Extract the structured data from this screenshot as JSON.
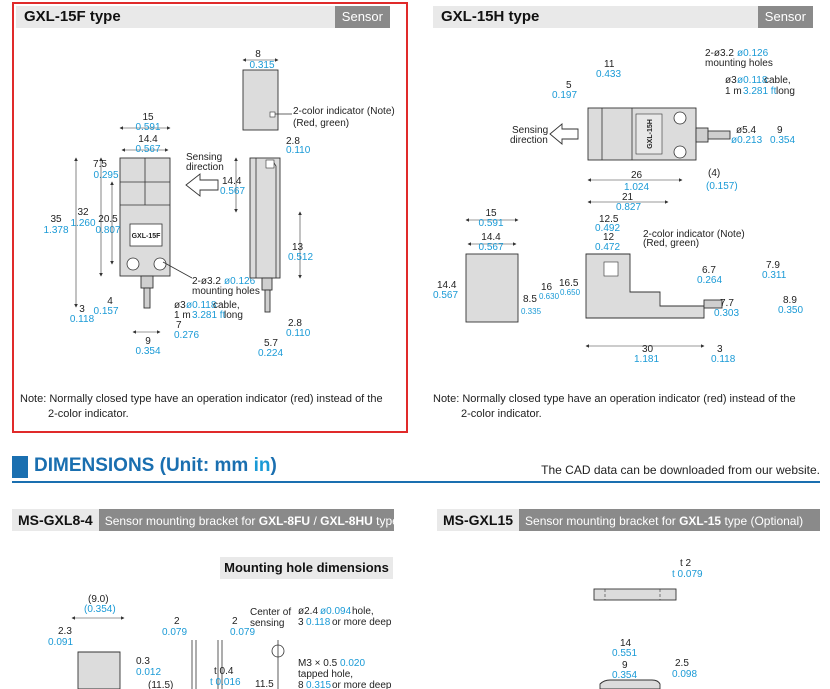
{
  "panels": {
    "left": {
      "title": "GXL-15F type",
      "tag": "Sensor"
    },
    "right": {
      "title": "GXL-15H type",
      "tag": "Sensor"
    }
  },
  "notes": {
    "left": {
      "line1": "Note: Normally closed type have an operation indicator (red) instead of the",
      "line2": "2-color indicator."
    },
    "right": {
      "line1": "Note: Normally closed type have an operation indicator (red) instead of the",
      "line2": "2-color indicator."
    }
  },
  "dimensions_section": {
    "title_main": "DIMENSIONS (Unit: mm ",
    "title_in": "in",
    "title_close": ")",
    "cad_text": "The CAD data can be downloaded from our website."
  },
  "brackets": {
    "left": {
      "model": "MS-GXL8-4",
      "desc_pre": "Sensor mounting bracket for ",
      "desc_b1": "GXL-8FU",
      "desc_mid": " / ",
      "desc_b2": "GXL-8HU",
      "desc_post": " type (Accessory)"
    },
    "right": {
      "model": "MS-GXL15",
      "desc_pre": "Sensor mounting bracket for ",
      "desc_b1": "GXL-15",
      "desc_post": " type (Optional)"
    }
  },
  "mounting_hole_header": "Mounting hole dimensions",
  "labels": {
    "gxl15f": {
      "sensor_text": "GXL-15F",
      "top8": "8",
      "top8in": "0.315",
      "ind_note1": "2-color indicator (Note)",
      "ind_note2": "(Red, green)",
      "d28a": "2.8",
      "d28ain": "0.110",
      "w15": "15",
      "w15in": "0.591",
      "w144": "14.4",
      "w144in": "0.567",
      "sens1": "Sensing",
      "sens2": "direction",
      "h144": "14.4",
      "h144in": "0.567",
      "d75": "7.5",
      "d75in": "0.295",
      "d35": "35",
      "d35in": "1.378",
      "d32": "32",
      "d32in": "1.260",
      "d205": "20.5",
      "d205in": "0.807",
      "d13": "13",
      "d13in": "0.512",
      "holes1": "2-ø3.2",
      "holes1in": "ø0.126",
      "holes2": "mounting holes",
      "cab1": "ø3",
      "cab1in": "ø0.118",
      "cab1b": " cable,",
      "cab2": "1 m",
      "cab2in": "3.281 ft",
      "cab2b": " long",
      "d4": "4",
      "d4in": "0.157",
      "d3": "3",
      "d3in": "0.118",
      "d7": "7",
      "d7in": "0.276",
      "d9": "9",
      "d9in": "0.354",
      "d28b": "2.8",
      "d28bin": "0.110",
      "d57": "5.7",
      "d57in": "0.224"
    },
    "gxl15h": {
      "sensor_text": "GXL-15H",
      "d11": "11",
      "d11in": "0.433",
      "d5": "5",
      "d5in": "0.197",
      "holes1": "2-ø3.2",
      "holes1in": "ø0.126",
      "holes2": "mounting holes",
      "cab1": "ø3",
      "cab1in": "ø0.118",
      "cab1b": " cable,",
      "cab2": "1 m",
      "cab2in": "3.281 ft",
      "cab2b": " long",
      "sens1": "Sensing",
      "sens2": "direction",
      "d54": "ø5.4",
      "d54in": "ø0.213",
      "d9": "9",
      "d9in": "0.354",
      "d26": "26",
      "d26in": "1.024",
      "d4p": "(4)",
      "d4pin": "(0.157)",
      "d21": "21",
      "d21in": "0.827",
      "d15": "15",
      "d15in": "0.591",
      "d144": "14.4",
      "d144in": "0.567",
      "d125": "12.5",
      "d125in": "0.492",
      "d12": "12",
      "d12in": "0.472",
      "ind_note1": "2-color indicator (Note)",
      "ind_note2": "(Red, green)",
      "h144": "14.4",
      "h144in": "0.567",
      "d85": "8.5",
      "d85in": "0.335",
      "d16": "16",
      "d16in": "0.630",
      "d165": "16.5",
      "d165in": "0.650",
      "d67": "6.7",
      "d67in": "0.264",
      "d79": "7.9",
      "d79in": "0.311",
      "d77": "7.7",
      "d77in": "0.303",
      "d89": "8.9",
      "d89in": "0.350",
      "d30": "30",
      "d30in": "1.181",
      "d3": "3",
      "d3in": "0.118"
    },
    "msgxl84": {
      "d90": "(9.0)",
      "d90in": "(0.354)",
      "d23": "2.3",
      "d23in": "0.091",
      "d03": "0.3",
      "d03in": "0.012",
      "d115p": "(11.5)",
      "d2a": "2",
      "d2ain": "0.079",
      "d2b": "2",
      "d2bin": "0.079",
      "t04": "t 0.4",
      "t04in": "t 0.016",
      "d115": "11.5",
      "center1": "Center of",
      "center2": "sensing",
      "hole1": "ø2.4",
      "hole1in": "ø0.094",
      "hole1b": " hole,",
      "hole2": "3",
      "hole2in": "0.118",
      "hole2b": " or more deep",
      "tap1": "M3 × 0.5",
      "tap1in": "0.020",
      "tap2": "tapped hole,",
      "tap3": "8",
      "tap3in": "0.315",
      "tap3b": " or more deep"
    },
    "msgxl15": {
      "t2": "t 2",
      "t2in": "t 0.079",
      "d14": "14",
      "d14in": "0.551",
      "d9": "9",
      "d9in": "0.354",
      "d25": "2.5",
      "d25in": "0.098"
    }
  }
}
